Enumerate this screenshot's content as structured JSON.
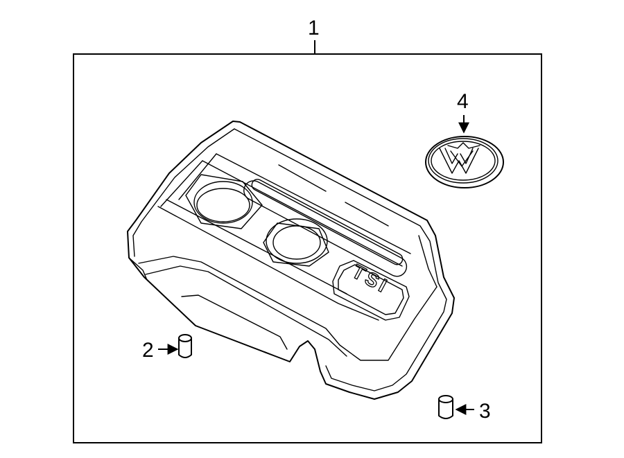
{
  "callouts": {
    "engine_cover": "1",
    "clip_left": "2",
    "clip_right": "3",
    "emblem": "4"
  },
  "cover_badge": "TSI"
}
